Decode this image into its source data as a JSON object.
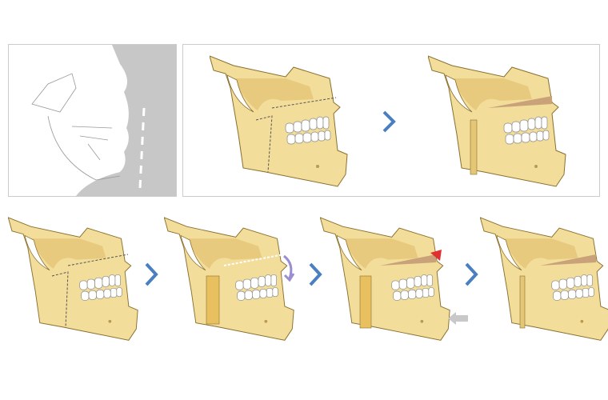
{
  "figure": {
    "panels": [
      {
        "id": "profile-sketch",
        "icon": "face-profile-sketch"
      },
      {
        "id": "jaw-before"
      },
      {
        "id": "jaw-after"
      },
      {
        "id": "step-1-osteotomy-lines"
      },
      {
        "id": "step-2-maxilla-rotation"
      },
      {
        "id": "step-3-mandible-setback"
      },
      {
        "id": "step-4-result"
      }
    ],
    "colors": {
      "bone": "#f3dd9a",
      "bone_shadow": "#e3c676",
      "outline": "#8a6f2e",
      "arrow": "#4a7fc0",
      "wedge": "#c9a27a",
      "rotate_arrow": "#9b8ed0",
      "advance_arrow": "#e03030",
      "setback_arrow": "#c8c8c8",
      "profile_bg": "#c7c7c7"
    }
  }
}
